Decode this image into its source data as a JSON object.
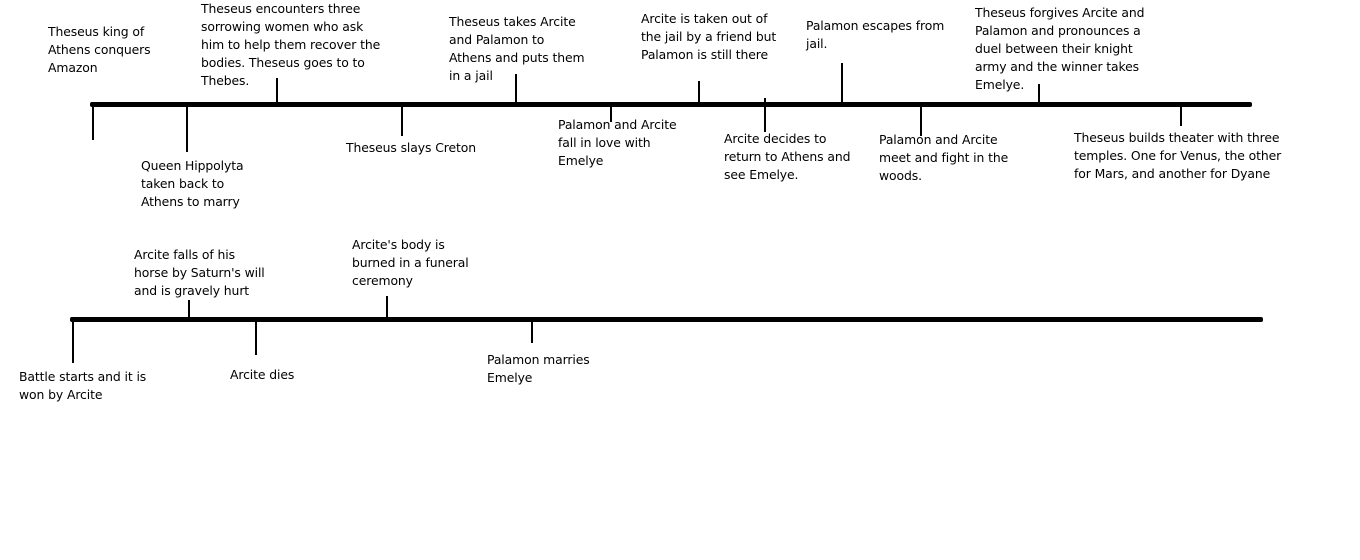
{
  "timelines": [
    {
      "events": [
        {
          "text": "Theseus king of\nAthens conquers\nAmazon"
        },
        {
          "text": "Queen Hippolyta\ntaken back to\nAthens to marry"
        },
        {
          "text": "Theseus encounters three\nsorrowing women who ask\nhim to help them recover the\nbodies. Theseus goes to to\nThebes."
        },
        {
          "text": "Theseus slays Creton"
        },
        {
          "text": "Theseus takes Arcite\nand Palamon to\nAthens and puts them\nin a jail"
        },
        {
          "text": "Palamon and Arcite\nfall in love with\nEmelye"
        },
        {
          "text": "Arcite is taken out of\nthe jail by a friend but\nPalamon is still there"
        },
        {
          "text": "Arcite decides to\nreturn to Athens and\nsee Emelye."
        },
        {
          "text": "Palamon escapes from\njail."
        },
        {
          "text": "Palamon and Arcite\nmeet and fight in the\nwoods."
        },
        {
          "text": "Theseus forgives Arcite and\nPalamon and pronounces a\nduel between their knight\narmy and the winner takes\nEmelye."
        },
        {
          "text": "Theseus builds theater with three\ntemples. One for Venus, the other\nfor Mars, and another for Dyane"
        }
      ]
    },
    {
      "events": [
        {
          "text": "Battle starts and it is\nwon by Arcite"
        },
        {
          "text": "Arcite falls of his\nhorse by Saturn's will\nand is gravely hurt"
        },
        {
          "text": "Arcite dies"
        },
        {
          "text": "Arcite's body is\nburned in a funeral\nceremony"
        },
        {
          "text": "Palamon marries\nEmelye"
        }
      ]
    }
  ]
}
